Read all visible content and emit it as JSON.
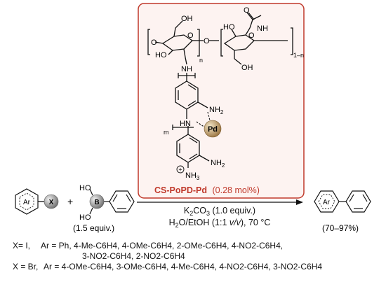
{
  "catalyst": {
    "label": "CS-PoPD-Pd",
    "loading": "(0.28 mol%)",
    "metal": "Pd",
    "chain_n": "n",
    "chain_1n": "1–n",
    "chain_m": "m",
    "atom_O": "O",
    "atom_HO": "HO",
    "atom_OH": "OH",
    "atom_NH": "NH",
    "atom_NH2": "NH",
    "atom_NH3": "NH",
    "atom_HN": "HN",
    "plus_sign": "+",
    "sub_2": "2",
    "sub_3": "3"
  },
  "reactants": {
    "aryl_group": "Ar",
    "halide": "X",
    "plus": "+",
    "boron": "B",
    "boron_ho_top": "HO",
    "boron_ho_bottom": "HO",
    "equiv": "(1.5 equiv.)"
  },
  "conditions": {
    "base_pre": "K",
    "base_sub1": "2",
    "base_mid": "CO",
    "base_sub2": "3",
    "base_post": " (1.0 equiv.)",
    "solvent_pre": "H",
    "solvent_sub": "2",
    "solvent_mid": "O/EtOH (1:1 ",
    "solvent_ratio": "v/v",
    "solvent_post": "), 70 °C"
  },
  "product": {
    "aryl_group": "Ar",
    "yield": "(70–97%)"
  },
  "legend": {
    "line1_label": "X= I,",
    "line1_ar": "Ar = Ph, 4-Me-C6H4, 4-OMe-C6H4, 2-OMe-C6H4, 4-NO2-C6H4,",
    "line2": "3-NO2-C6H4, 2-NO2-C6H4",
    "line3_label": "X = Br,",
    "line3_ar": "Ar = 4-OMe-C6H4, 3-OMe-C6H4, 4-Me-C6H4, 4-NO2-C6H4, 3-NO2-C6H4"
  },
  "colors": {
    "box_border": "#c0392b",
    "box_fill": "#fdf3f1",
    "label_red": "#c0392b",
    "pd_ball": "#b08d5a",
    "ball_grey": "#8c8c8c"
  }
}
